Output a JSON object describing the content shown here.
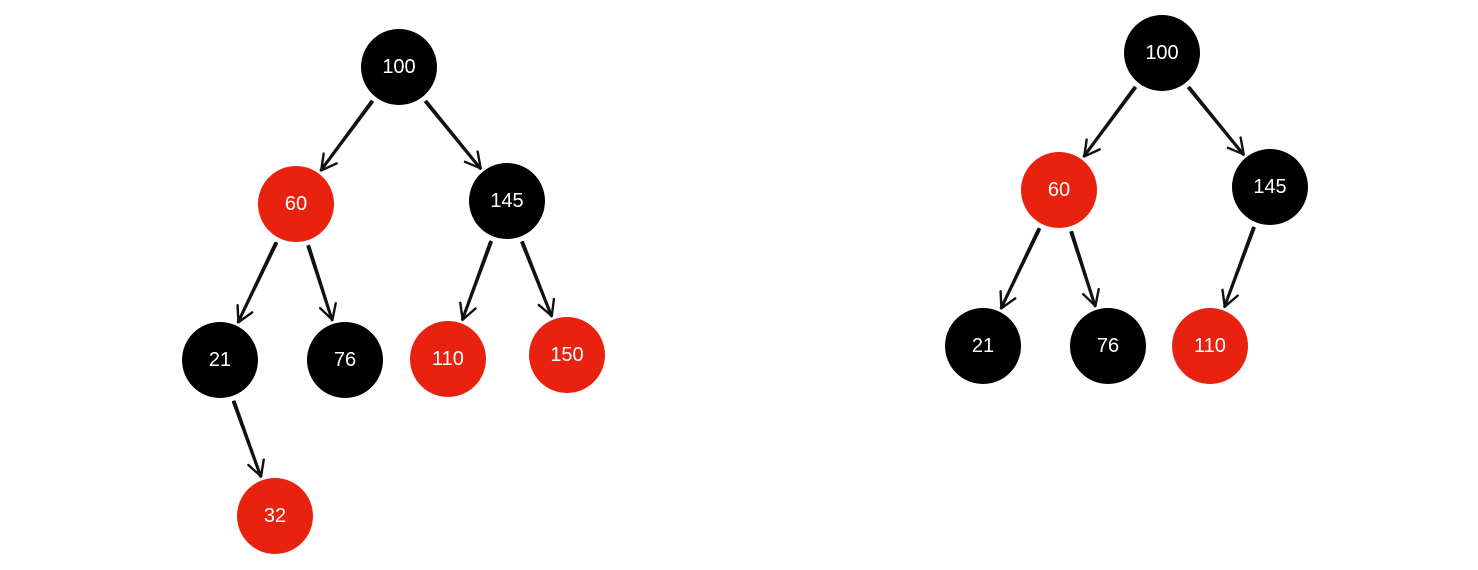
{
  "colors": {
    "black_node": "#000000",
    "red_node": "#e8220f",
    "label": "#ffffff",
    "edge": "#111111"
  },
  "trees": [
    {
      "id": "left-tree",
      "nodes": [
        {
          "key": "100",
          "color": "black"
        },
        {
          "key": "60",
          "color": "red"
        },
        {
          "key": "145",
          "color": "black"
        },
        {
          "key": "21",
          "color": "black"
        },
        {
          "key": "76",
          "color": "black"
        },
        {
          "key": "110",
          "color": "red"
        },
        {
          "key": "150",
          "color": "red"
        },
        {
          "key": "32",
          "color": "red"
        }
      ],
      "edges": [
        {
          "from": "100",
          "to": "60"
        },
        {
          "from": "100",
          "to": "145"
        },
        {
          "from": "60",
          "to": "21"
        },
        {
          "from": "60",
          "to": "76"
        },
        {
          "from": "145",
          "to": "110"
        },
        {
          "from": "145",
          "to": "150"
        },
        {
          "from": "21",
          "to": "32"
        }
      ]
    },
    {
      "id": "right-tree",
      "nodes": [
        {
          "key": "100",
          "color": "black"
        },
        {
          "key": "60",
          "color": "red"
        },
        {
          "key": "145",
          "color": "black"
        },
        {
          "key": "21",
          "color": "black"
        },
        {
          "key": "76",
          "color": "black"
        },
        {
          "key": "110",
          "color": "red"
        }
      ],
      "edges": [
        {
          "from": "100",
          "to": "60"
        },
        {
          "from": "100",
          "to": "145"
        },
        {
          "from": "60",
          "to": "21"
        },
        {
          "from": "60",
          "to": "76"
        },
        {
          "from": "145",
          "to": "110"
        }
      ]
    }
  ]
}
